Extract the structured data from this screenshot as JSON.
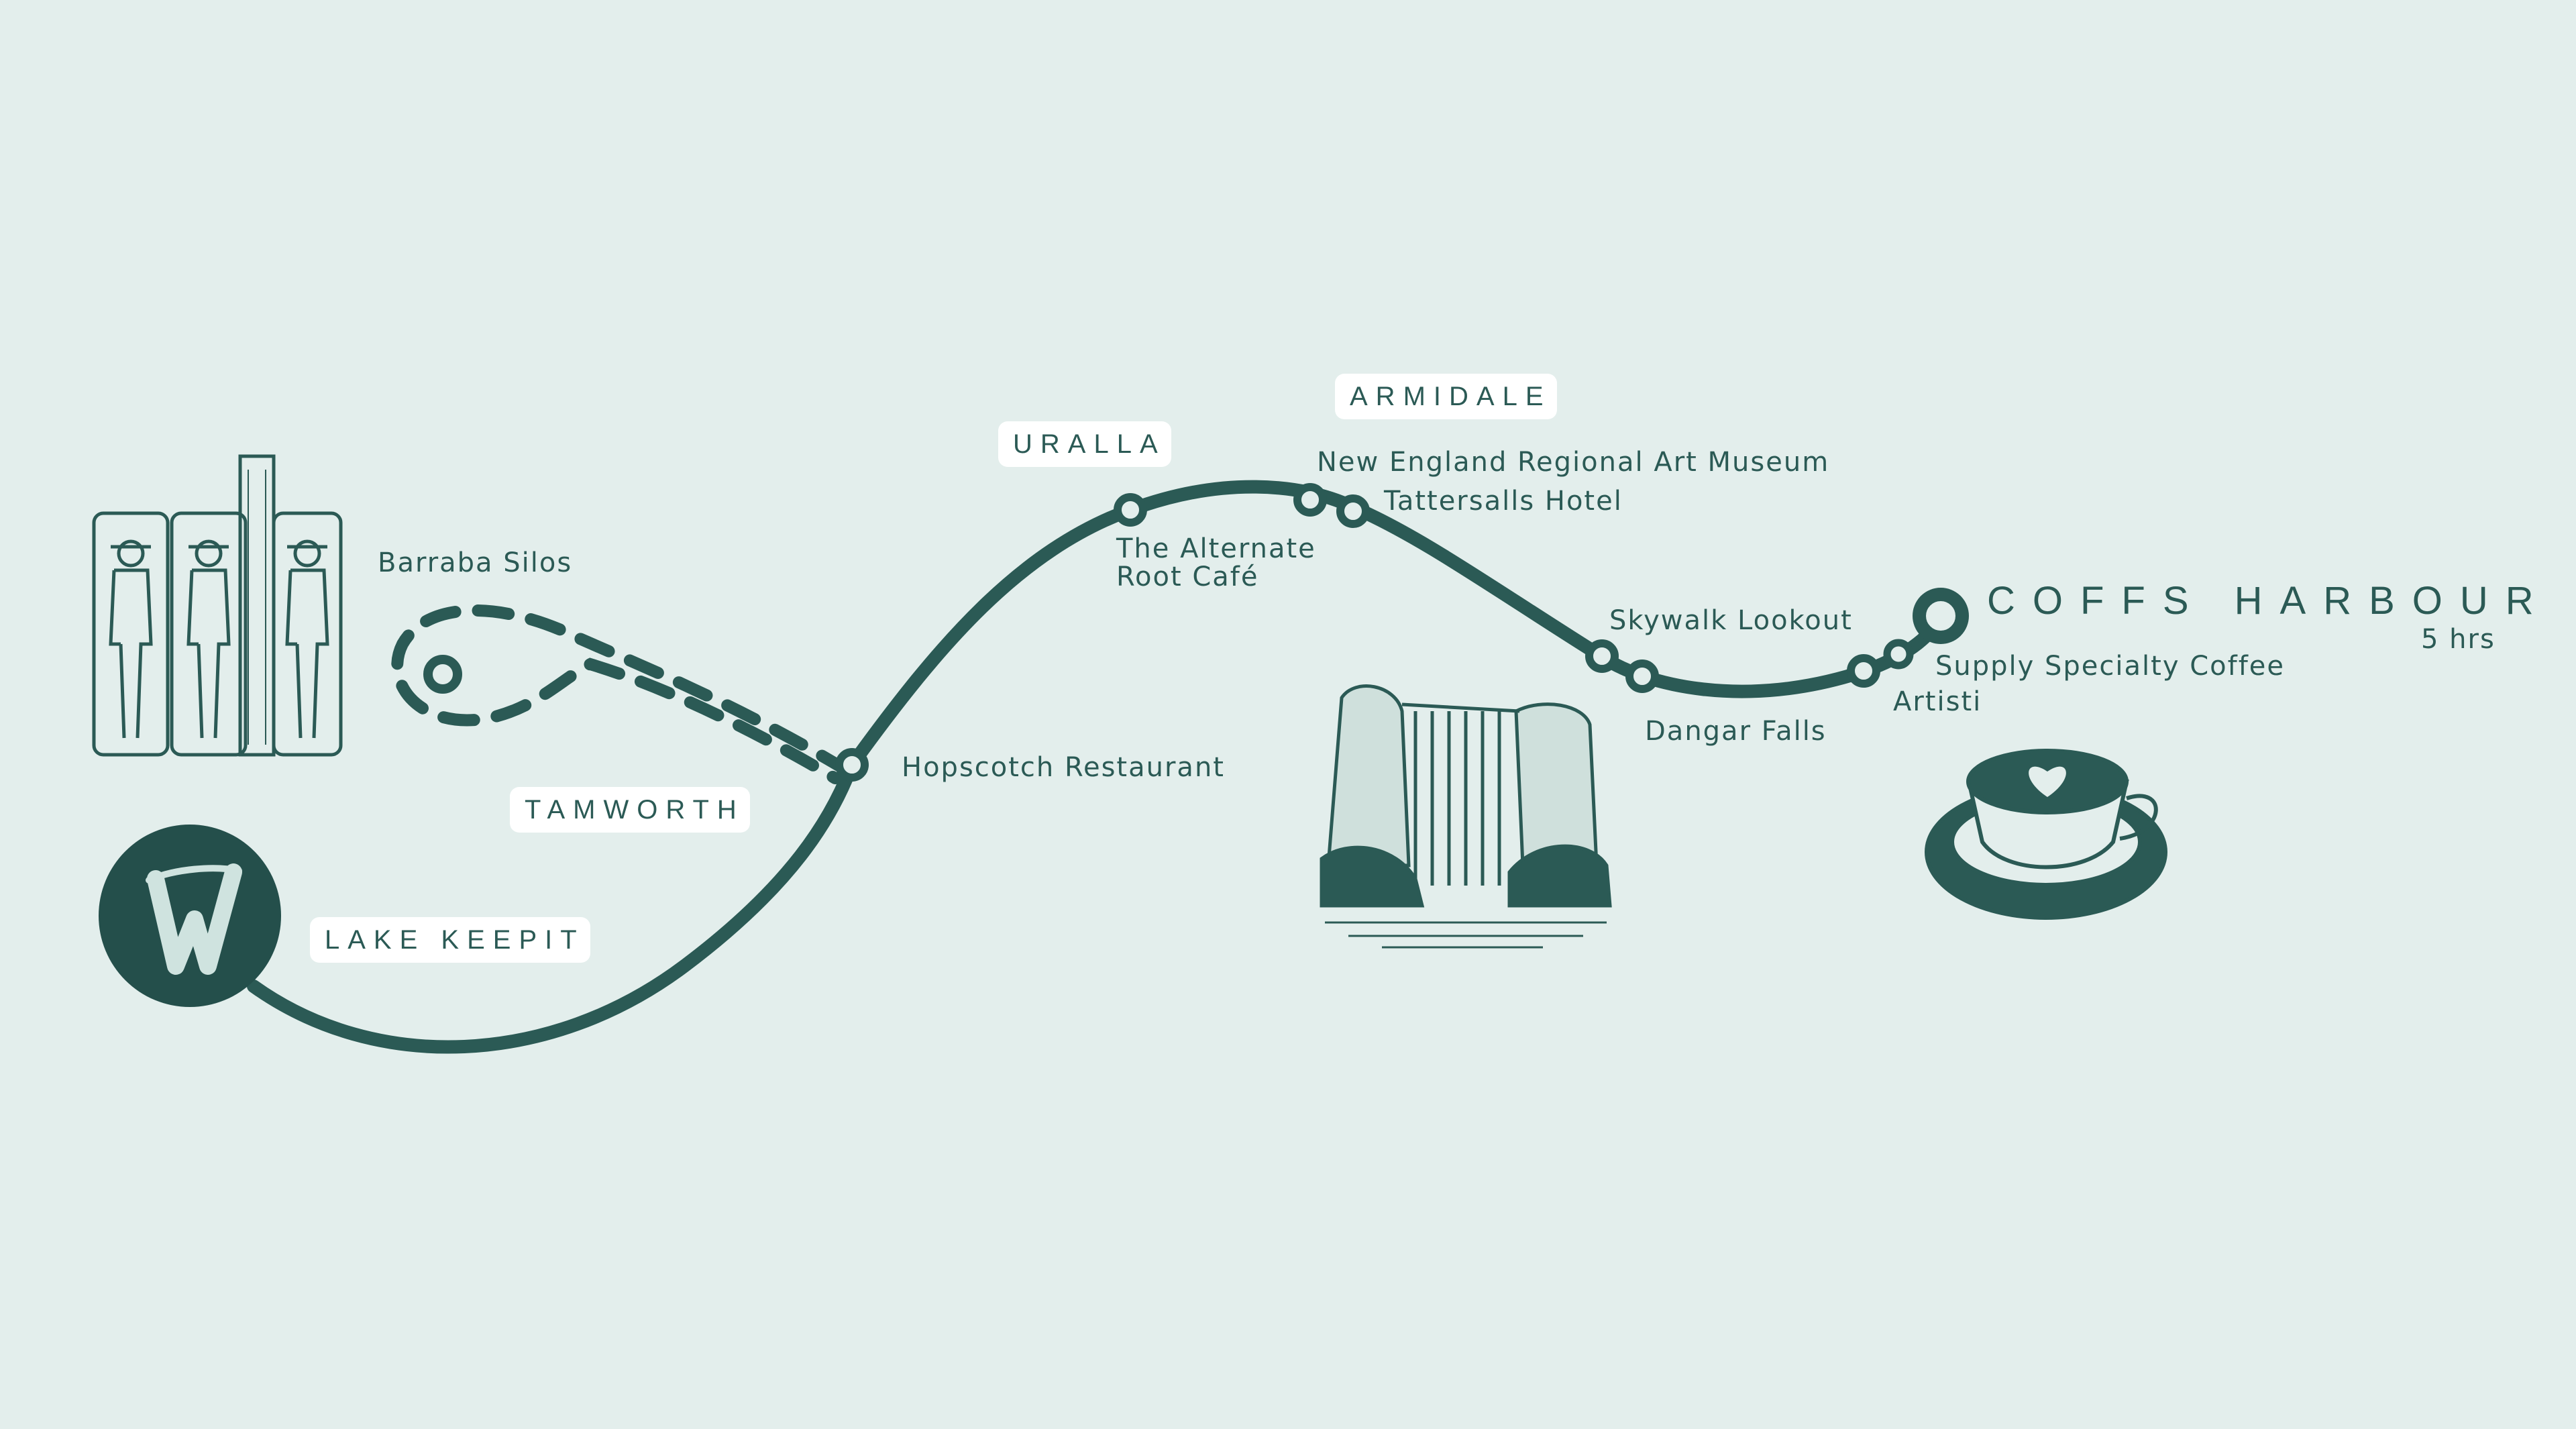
{
  "colors": {
    "background": "#e3eeec",
    "route": "#2b5a55",
    "label_bg": "#ffffff",
    "logo_fill": "#244f4b",
    "logo_letter": "#cfe3df"
  },
  "logo": {
    "icon": "w-monogram-logo",
    "letter": "W"
  },
  "towns": {
    "lake_keepit": "LAKE KEEPIT",
    "tamworth": "TAMWORTH",
    "uralla": "URALLA",
    "armidale": "ARMIDALE"
  },
  "stops": {
    "barraba_silos": "Barraba Silos",
    "hopscotch": "Hopscotch Restaurant",
    "alternate_line1": "The Alternate",
    "alternate_line2": "Root Café",
    "art_museum": "New England Regional Art Museum",
    "tattersalls": "Tattersalls Hotel",
    "skywalk": "Skywalk Lookout",
    "dangar_falls": "Dangar Falls",
    "artisti": "Artisti",
    "supply": "Supply Specialty Coffee"
  },
  "destination": {
    "name": "COFFS HARBOUR",
    "time": "5 hrs"
  },
  "illustrations": {
    "silos": "painted-silos-illustration",
    "waterfall": "waterfall-illustration",
    "coffee": "coffee-cup-illustration"
  }
}
